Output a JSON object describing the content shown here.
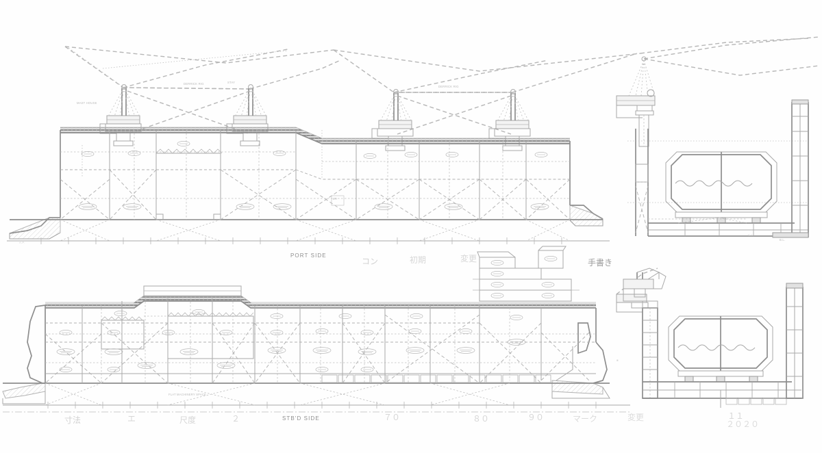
{
  "drawing": {
    "title": "Ship General Arrangement / Profile Drawing",
    "sheet_type": "naval-architecture-linework",
    "media": "faded photocopy, grey monochrome line art on white ground",
    "background_color": "#fefefe",
    "line_color": "#a8a8a8",
    "faint_line_color": "#c6c6c6"
  },
  "views": {
    "upper_profile": {
      "label": "PORT SIDE",
      "label_position": "below the upper profile, left of centre",
      "description": "Outboard profile of a deck-cargo / heavy-lift vessel seen from the port side, showing two deck cranes, stepped sheer line and cross-braced hull framing."
    },
    "lower_profile": {
      "label": "STB'D SIDE",
      "label_position": "below the lower profile, on the baseline dimension strip",
      "description": "Outboard profile from the starboard side showing bulbous bow, full hull framing, aft superstructure, funnel and a single aft crane."
    },
    "upper_section": {
      "label": "",
      "description": "Midship transverse section with crane pedestal to port, octagonal cargo tank with wavy liquid level, double bottom and side shell."
    },
    "lower_section": {
      "label": "",
      "description": "Second transverse section with web-frame ladder, cargo tank with wavy liquid level and double-bottom tank divisions."
    }
  },
  "annotations": {
    "port_side": "PORT SIDE",
    "stbd_side": "STB'D SIDE",
    "handwritten_note": "手書き",
    "handwritten_note_note": "illegible handwritten annotation, upper-right of lower profile",
    "faint_marks": [
      "",
      "",
      ""
    ]
  },
  "elements": {
    "cranes_upper": 4,
    "cranes_lower": 1,
    "hull_compartments_upper": 7,
    "hull_compartments_lower": 9,
    "frame_stations": 22,
    "tank_labels_visible": "illegible micro-text in oval callouts"
  },
  "colors": {
    "paper": "#fefefe",
    "line": "#a8a8a8",
    "heavy_line": "#8d8d8d",
    "deck_line": "#9a9a9a",
    "faint": "#c6c6c6"
  }
}
